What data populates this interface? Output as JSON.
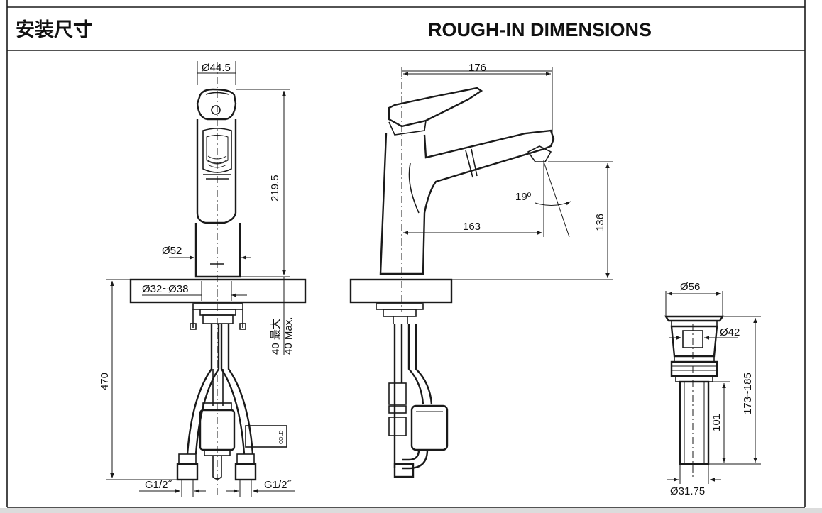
{
  "header": {
    "title_cn": "安装尺寸",
    "title_en": "ROUGH-IN DIMENSIONS"
  },
  "front_view": {
    "handle_diameter": "Ø44.5",
    "height": "219.5",
    "base_diameter": "Ø52",
    "hole_range": "Ø32~Ø38",
    "deck_max": "40 最大",
    "deck_max_en": "40 Max.",
    "overall_length": "470",
    "inlet_left": "G1/2˝",
    "inlet_right": "G1/2˝",
    "cold_label": "COLD"
  },
  "side_view": {
    "reach": "176",
    "spout_reach": "163",
    "spout_height": "136",
    "angle": "19º"
  },
  "drain_view": {
    "top_diameter": "Ø56",
    "body_diameter": "Ø42",
    "total_height": "173~185",
    "tail_length": "101",
    "tail_diameter": "Ø31.75"
  }
}
